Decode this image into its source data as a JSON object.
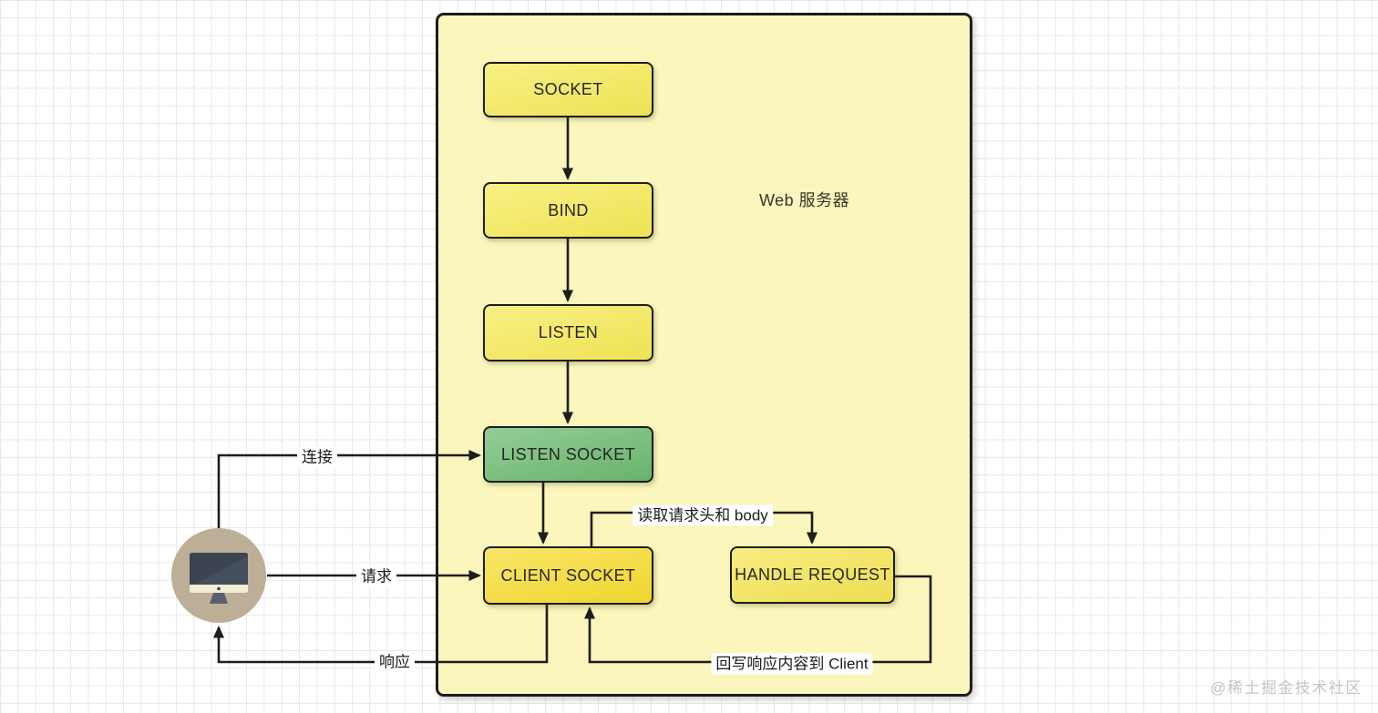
{
  "diagram": {
    "server": {
      "label": "Web 服务器"
    },
    "nodes": {
      "socket": {
        "label": "SOCKET"
      },
      "bind": {
        "label": "BIND"
      },
      "listen": {
        "label": "LISTEN"
      },
      "listen_socket": {
        "label": "LISTEN SOCKET"
      },
      "client_socket": {
        "label": "CLIENT SOCKET"
      },
      "handle_request": {
        "label": "HANDLE REQUEST"
      }
    },
    "edges": {
      "connect": {
        "label": "连接"
      },
      "request": {
        "label": "请求"
      },
      "response": {
        "label": "响应"
      },
      "read_request": {
        "label": "读取请求头和 body"
      },
      "write_response": {
        "label": "回写响应内容到 Client"
      }
    },
    "client": {
      "icon": "desktop-computer-icon"
    }
  },
  "watermark": {
    "text": "@稀土掘金技术社区"
  },
  "colors": {
    "canvas-bg": "#ffffff",
    "grid-line": "#e8e8e8",
    "container-fill": "#faf6bc",
    "stroke-dark": "#1d1d1b",
    "node-yellow": "#f5ea56",
    "node-yellow-deep": "#f7dc2f",
    "node-yellow-soft": "#f4e553",
    "node-green": "#6bb96f",
    "client-circle": "#bdaf97",
    "label-bg": "#ffffff",
    "watermark": "#c6c6c6"
  }
}
